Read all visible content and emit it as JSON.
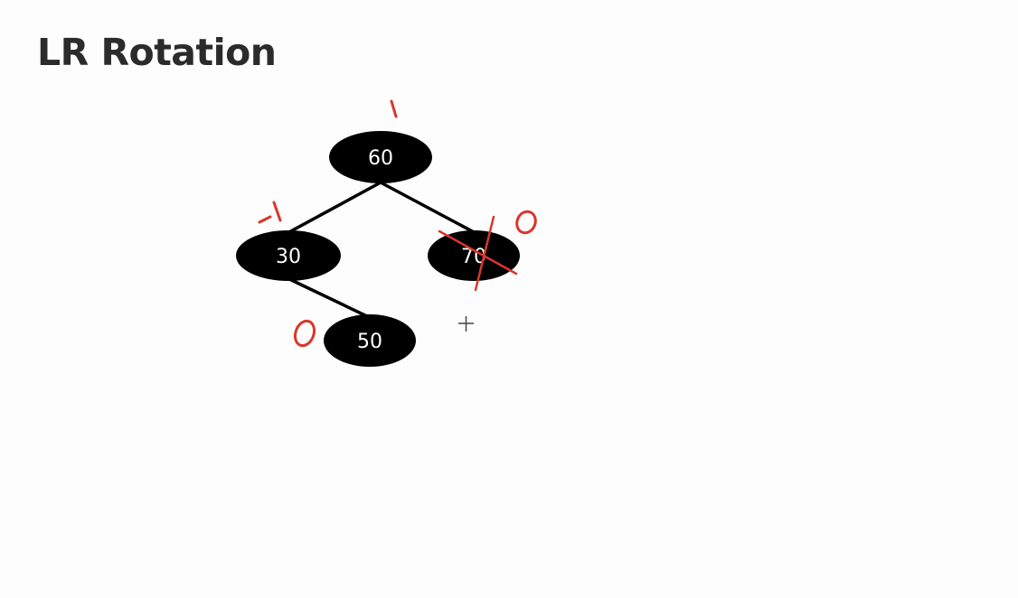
{
  "slide": {
    "title": "LR Rotation"
  },
  "tree": {
    "nodes": [
      {
        "id": "n60",
        "label": "60",
        "balance_annotation": "1",
        "struck_out": false
      },
      {
        "id": "n30",
        "label": "30",
        "balance_annotation": "-1",
        "struck_out": false
      },
      {
        "id": "n70",
        "label": "70",
        "balance_annotation": "0",
        "struck_out": true
      },
      {
        "id": "n50",
        "label": "50",
        "balance_annotation": "0",
        "struck_out": false
      }
    ],
    "edges": [
      {
        "from": "n60",
        "to": "n30"
      },
      {
        "from": "n60",
        "to": "n70"
      },
      {
        "from": "n30",
        "to": "n50"
      }
    ]
  },
  "colors": {
    "title": "#2b2b2b",
    "node_fill": "#000000",
    "node_text": "#ffffff",
    "edge": "#000000",
    "annotation": "#d9362b",
    "cursor": "#444444"
  }
}
